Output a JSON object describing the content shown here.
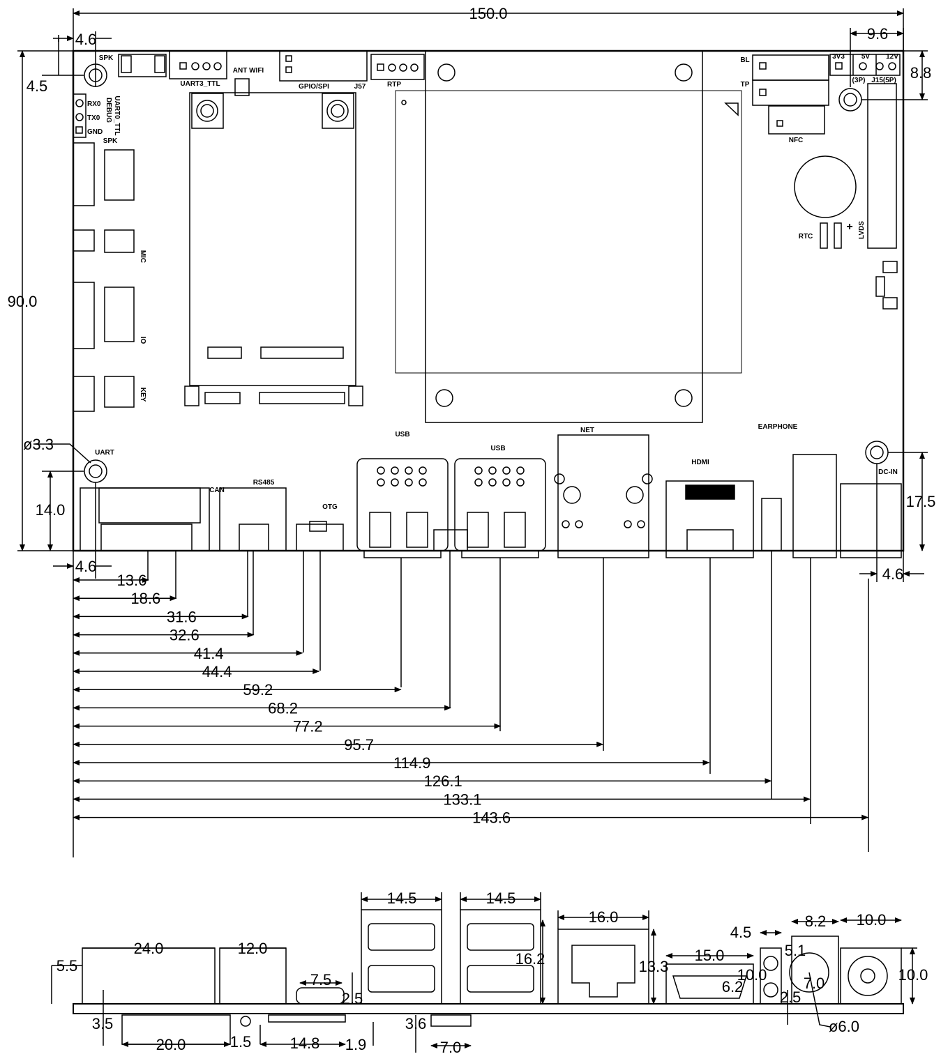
{
  "board": {
    "overall_width": "150.0",
    "overall_height": "90.0",
    "hole_top_left_x": "4.6",
    "hole_top_left_y": "4.5",
    "hole_top_right_x": "9.6",
    "hole_top_right_y": "8.8",
    "hole_diameter": "ø3.3",
    "hole_bottom_left_y": "14.0",
    "hole_bottom_right_y": "17.5",
    "bottom_left_offset": "4.6",
    "bottom_right_offset": "4.6"
  },
  "labels": {
    "spk_top": "SPK",
    "uart3": "UART3_TTL",
    "ant_wifi": "ANT WIFI",
    "gpio_spi": "GPIO/SPI",
    "j57": "J57",
    "rtp": "RTP",
    "bl": "BL",
    "tp": "TP",
    "nfc": "NFC",
    "v3v3": "3V3",
    "v5": "5V",
    "v12": "12V",
    "p3": "(3P)",
    "j15": "J15(5P)",
    "rtc": "RTC",
    "lvds": "LVDS",
    "plus": "+",
    "rx0": "RX0",
    "tx0": "TX0",
    "gnd": "GND",
    "uart0_ttl": "UART0_TTL",
    "debug": "DEBUG",
    "spk_side": "SPK",
    "mic": "MIC",
    "io": "IO",
    "key": "KEY",
    "uart": "UART",
    "can": "CAN",
    "rs485": "RS485",
    "otg": "OTG",
    "usb1": "USB",
    "usb2": "USB",
    "net": "NET",
    "hdmi": "HDMI",
    "earphone": "EARPHONE",
    "dc_in": "DC-IN"
  },
  "offsets": [
    {
      "id": "off-13-6",
      "value": "13.6"
    },
    {
      "id": "off-18-6",
      "value": "18.6"
    },
    {
      "id": "off-31-6",
      "value": "31.6"
    },
    {
      "id": "off-32-6",
      "value": "32.6"
    },
    {
      "id": "off-41-4",
      "value": "41.4"
    },
    {
      "id": "off-44-4",
      "value": "44.4"
    },
    {
      "id": "off-59-2",
      "value": "59.2"
    },
    {
      "id": "off-68-2",
      "value": "68.2"
    },
    {
      "id": "off-77-2",
      "value": "77.2"
    },
    {
      "id": "off-95-7",
      "value": "95.7"
    },
    {
      "id": "off-114-9",
      "value": "114.9"
    },
    {
      "id": "off-126-1",
      "value": "126.1"
    },
    {
      "id": "off-133-1",
      "value": "133.1"
    },
    {
      "id": "off-143-6",
      "value": "143.6"
    }
  ],
  "side_view": {
    "d5_5": "5.5",
    "d24_0": "24.0",
    "d12_0": "12.0",
    "d3_5": "3.5",
    "d20_0": "20.0",
    "d1_5": "1.5",
    "d14_8": "14.8",
    "d1_9": "1.9",
    "d7_5": "7.5",
    "d2_5a": "2.5",
    "d3_6": "3.6",
    "d7_0a": "7.0",
    "d14_5a": "14.5",
    "d14_5b": "14.5",
    "d16_2": "16.2",
    "d16_0": "16.0",
    "d13_3": "13.3",
    "d15_0": "15.0",
    "d10_0a": "10.0",
    "d6_2": "6.2",
    "d4_5": "4.5",
    "d5_1": "5.1",
    "d2_5b": "2.5",
    "d8_2": "8.2",
    "d7_0b": "7.0",
    "d6_0": "ø6.0",
    "d10_0b": "10.0",
    "d10_0c": "10.0"
  }
}
